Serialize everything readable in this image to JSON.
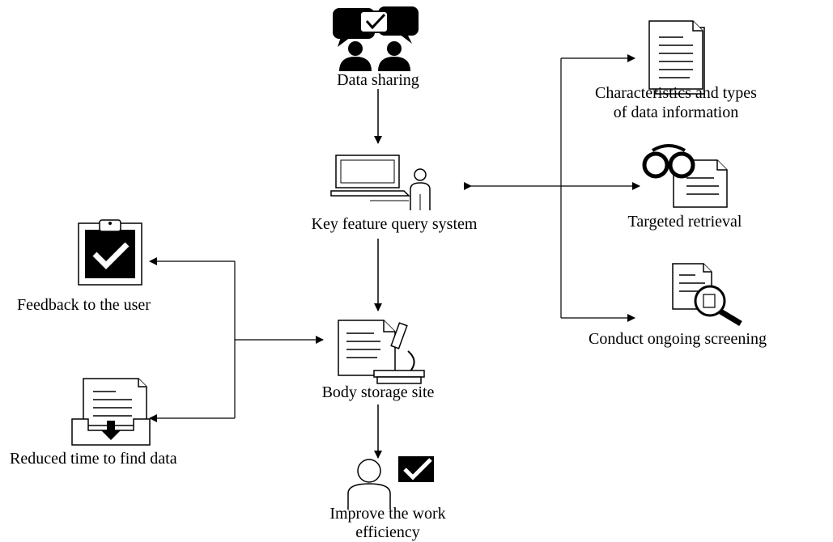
{
  "nodes": {
    "data_sharing": "Data sharing",
    "query_system": "Key feature query system",
    "storage_site": "Body storage site",
    "improve_line1": "Improve the work",
    "improve_line2": "efficiency",
    "feedback": "Feedback to the user",
    "reduced_time": "Reduced time to find data",
    "characteristics_line1": "Characteristics and types",
    "characteristics_line2": "of data information",
    "targeted": "Targeted retrieval",
    "screening": "Conduct ongoing screening"
  }
}
